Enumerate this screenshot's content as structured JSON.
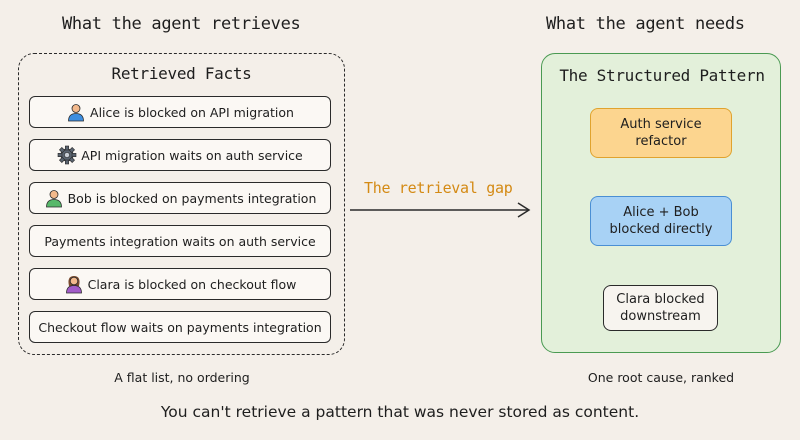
{
  "left": {
    "heading": "What the agent retrieves",
    "panel_title": "Retrieved Facts",
    "caption": "A flat list, no ordering",
    "facts": [
      {
        "label": "Alice is blocked on API migration",
        "icon": "person-blue-icon"
      },
      {
        "label": "API migration waits on auth service",
        "icon": "gear-icon"
      },
      {
        "label": "Bob is blocked on payments integration",
        "icon": "person-green-icon"
      },
      {
        "label": "Payments integration waits on auth service",
        "icon": ""
      },
      {
        "label": "Clara is blocked on checkout flow",
        "icon": "person-purple-icon"
      },
      {
        "label": "Checkout flow waits on payments integration",
        "icon": ""
      }
    ]
  },
  "middle": {
    "gap_label": "The retrieval gap"
  },
  "right": {
    "heading": "What the agent needs",
    "panel_title": "The Structured Pattern",
    "caption": "One root cause, ranked",
    "nodes": [
      {
        "line1": "Auth service",
        "line2": "refactor"
      },
      {
        "line1": "Alice + Bob",
        "line2": "blocked directly"
      },
      {
        "line1": "Clara blocked",
        "line2": "downstream"
      }
    ]
  },
  "footer": "You can't retrieve a pattern that was never stored as content.",
  "colors": {
    "background": "#f4efe9",
    "accent_orange": "#d48a14",
    "root_node": "#fcd58f",
    "middle_node": "#a8d2f5",
    "pattern_panel": "#e3f0da",
    "pattern_border": "#4a9a52"
  }
}
